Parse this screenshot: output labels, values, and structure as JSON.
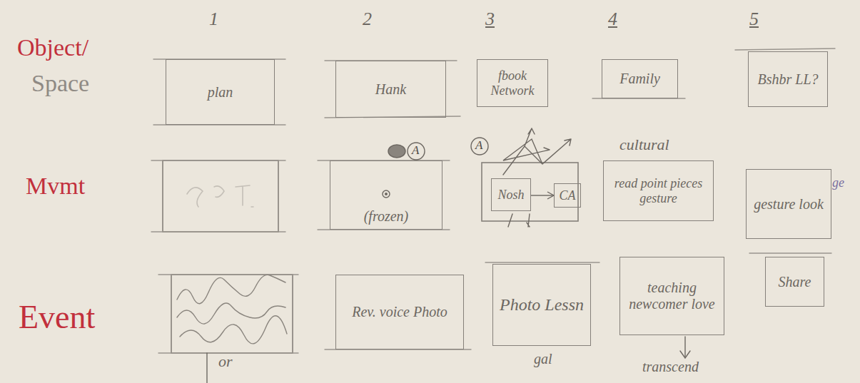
{
  "diagram": {
    "nodes": [
      {
        "text": [
          "plan"
        ]
      },
      {
        "text": [
          "Hank"
        ]
      },
      {
        "text": [
          "fbook Network"
        ]
      },
      {
        "text": [
          "Family"
        ]
      },
      {
        "text": [
          "Bshbr LL?"
        ]
      },
      {
        "text": [
          "(frozen)"
        ]
      },
      {
        "text": [
          "Nosh"
        ]
      },
      {
        "text": [
          "CA"
        ]
      },
      {
        "text": [
          "cultural",
          "read point pieces gesture"
        ]
      },
      {
        "text": [
          "gesture look"
        ]
      },
      {
        "text": [
          "Rev. voice Photo"
        ]
      },
      {
        "text": [
          "Photo Lessn"
        ]
      },
      {
        "text": [
          "teaching newcomer love"
        ]
      },
      {
        "text": [
          "Share"
        ]
      }
    ],
    "edges": [
      {
        "from": 6,
        "to": 7,
        "arrow": "to"
      }
    ],
    "labels": [
      "1",
      "2",
      "3",
      "4",
      "5",
      "Object/",
      "Space",
      "Mvmt",
      "Event",
      "A",
      "A",
      "ge",
      "or",
      "gal",
      "transcend"
    ]
  }
}
